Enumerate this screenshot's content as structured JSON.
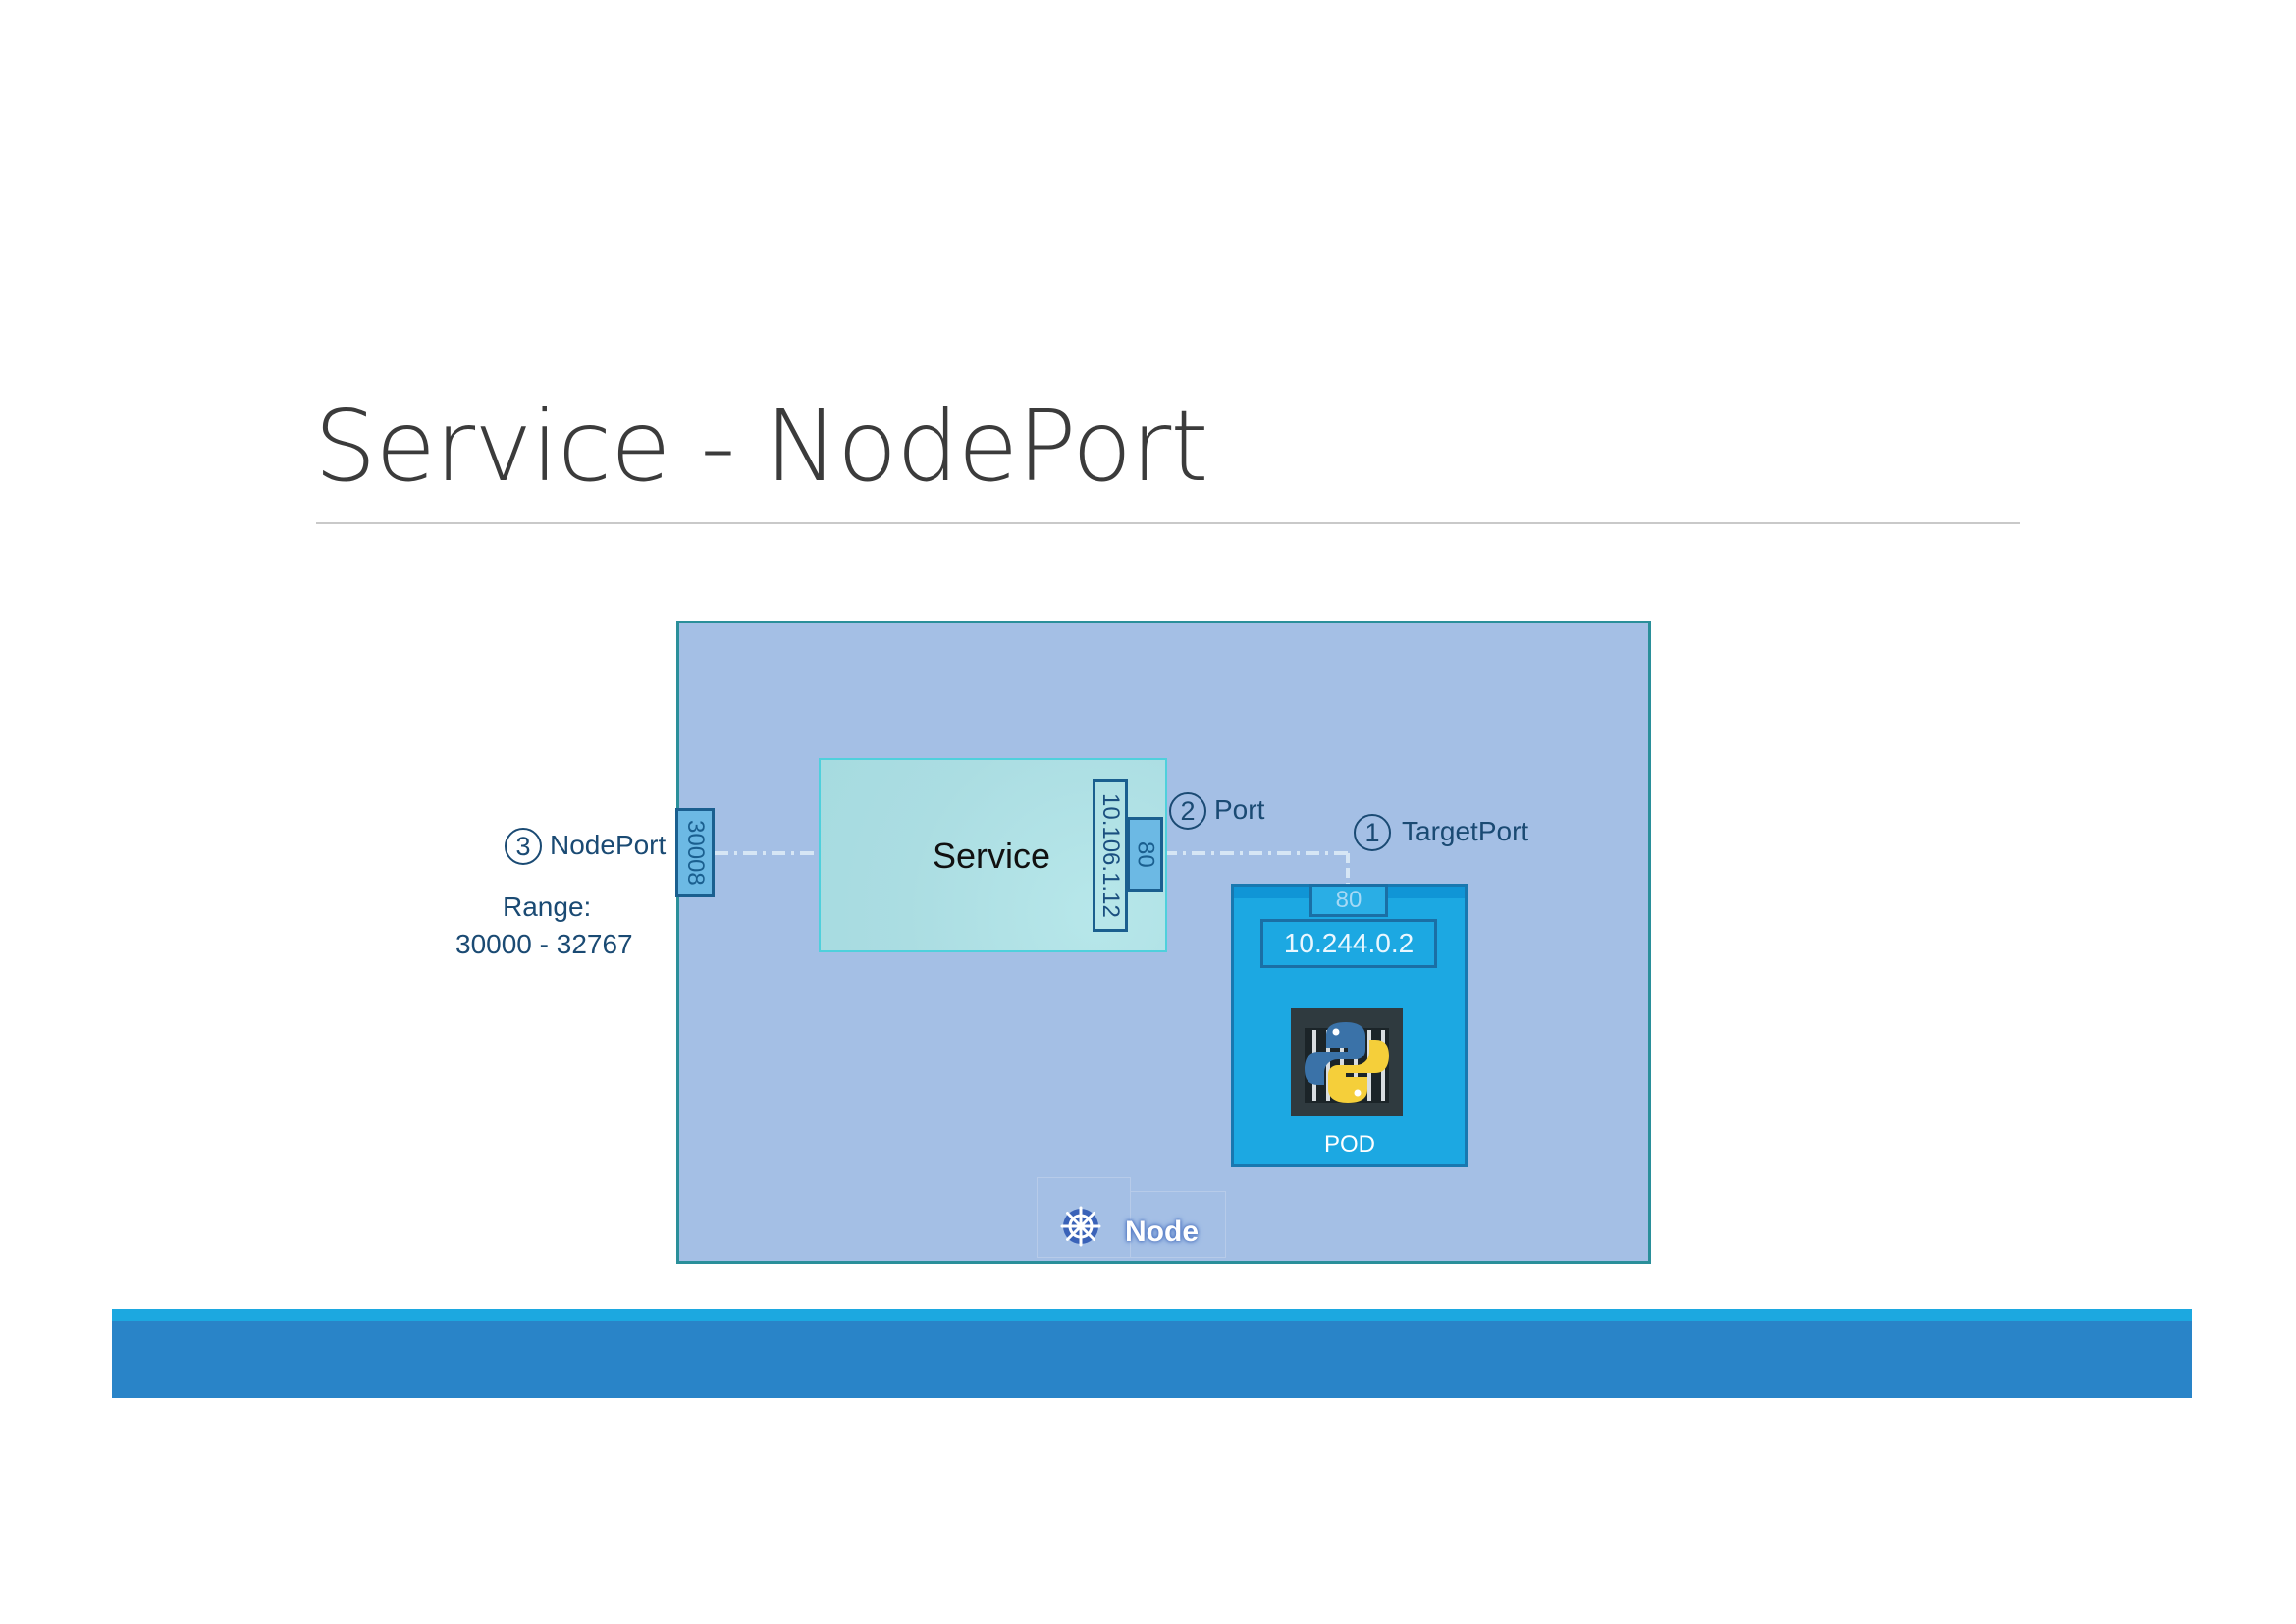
{
  "slide": {
    "title": "Service - NodePort"
  },
  "node": {
    "label": "Node",
    "nodeport_value": "30008"
  },
  "service": {
    "label": "Service",
    "cluster_ip": "10.106.1.12",
    "port_value": "80"
  },
  "pod": {
    "label": "POD",
    "ip": "10.244.0.2",
    "target_port_value": "80"
  },
  "callouts": {
    "nodeport": {
      "number": "3",
      "label": "NodePort"
    },
    "port": {
      "number": "2",
      "label": "Port"
    },
    "targetport": {
      "number": "1",
      "label": "TargetPort"
    },
    "range_label": "Range:",
    "range_value": "30000 - 32767"
  },
  "icons": {
    "container": "python-container-icon",
    "kubernetes": "kubernetes-helm-icon"
  },
  "colors": {
    "node_fill": "#a4bfe5",
    "node_border": "#2a8f9a",
    "service_fill": "#abdde2",
    "pod_fill": "#1ca8e2",
    "band_light": "#1ca8e0",
    "band_dark": "#2984c8",
    "callout_text": "#1a4a73"
  }
}
